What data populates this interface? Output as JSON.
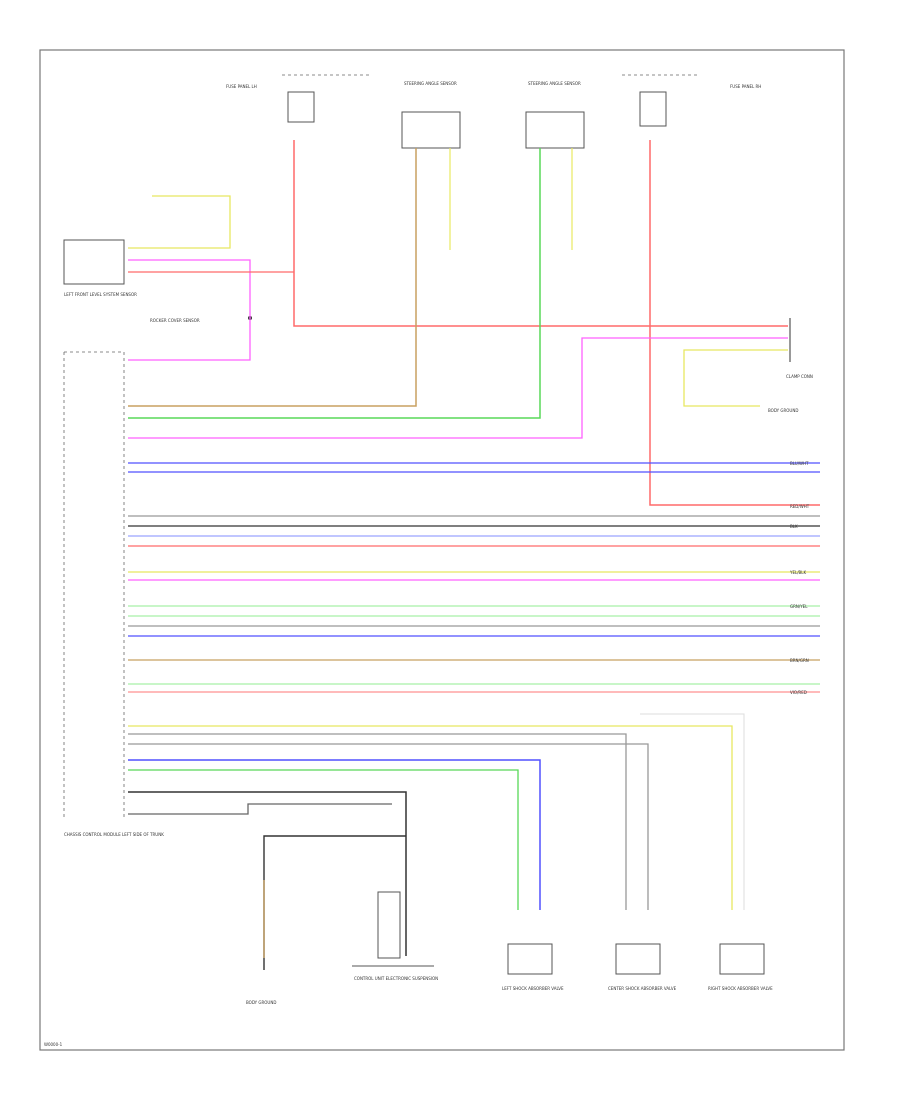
{
  "diagram": {
    "page_code": "W0000-1",
    "components": {
      "fuse_panel_left": "FUSE PANEL LH",
      "fuse_panel_right": "FUSE PANEL RH",
      "steering_sensor_1": "STEERING ANGLE SENSOR",
      "steering_sensor_2": "STEERING ANGLE SENSOR",
      "left_front_sensor": "LEFT FRONT LEVEL SYSTEM SENSOR",
      "rocker_sensor": "ROCKER COVER SENSOR",
      "module": "CHASSIS CONTROL MODULE LEFT SIDE OF TRUNK",
      "plug_left": "BODY GROUND",
      "plug_right": "BODY GROUND",
      "right_text": "CLAMP CONN",
      "control_unit": "CONTROL UNIT ELECTRONIC SUSPENSION",
      "valve1": "LEFT SHOCK ABSORBER VALVE",
      "valve2": "CENTER SHOCK ABSORBER VALVE",
      "valve3": "RIGHT SHOCK ABSORBER VALVE"
    },
    "wire_labels": {
      "red": "RED/WHT",
      "green": "GRN/YEL",
      "blue": "BLU/WHT",
      "yellow": "YEL/BLK",
      "brown": "BRN/GRN",
      "violet": "VIO/RED",
      "black": "BLK"
    },
    "colors": {
      "red": "#ff6a6a",
      "pink": "#ff60ff",
      "green": "#58d858",
      "lightgreen": "#a8f0a8",
      "blue": "#5050ff",
      "lightblue": "#9aa4ff",
      "yellow": "#e8e860",
      "brown": "#c8a060",
      "black": "#333333",
      "gray": "#999999",
      "darkgray": "#666666"
    }
  }
}
